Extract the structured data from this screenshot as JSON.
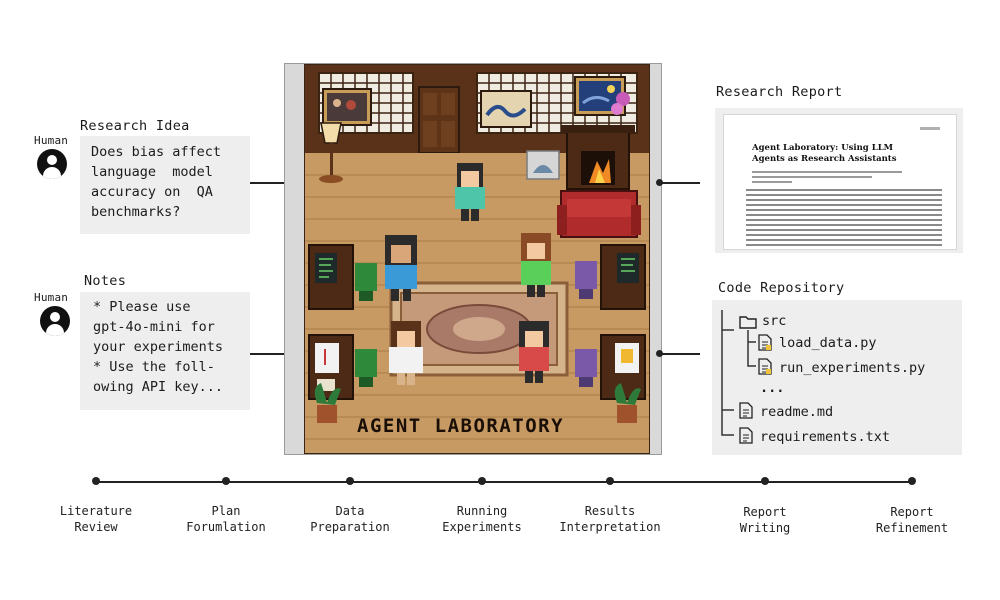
{
  "human_label": "Human",
  "research_idea": {
    "title": "Research Idea",
    "lines": [
      "Does bias affect",
      "language  model",
      "accuracy on  QA",
      "benchmarks?"
    ]
  },
  "notes": {
    "title": "Notes",
    "lines": [
      "* Please use",
      "gpt-4o-mini for",
      "your experiments",
      "* Use the foll-",
      "owing API key..."
    ]
  },
  "lab": {
    "sign": "AGENT LABORATORY"
  },
  "report": {
    "title": "Research Report",
    "paper_title": "Agent Laboratory: Using LLM Agents as Research Assistants"
  },
  "repo": {
    "title": "Code Repository",
    "items": {
      "src": "src",
      "load_data": "load_data.py",
      "run_experiments": "run_experiments.py",
      "ellipsis": "...",
      "readme": "readme.md",
      "requirements": "requirements.txt"
    }
  },
  "stages": [
    {
      "line1": "Literature",
      "line2": "Review"
    },
    {
      "line1": "Plan",
      "line2": "Forumlation"
    },
    {
      "line1": "Data",
      "line2": "Preparation"
    },
    {
      "line1": "Running",
      "line2": "Experiments"
    },
    {
      "line1": "Results",
      "line2": "Interpretation"
    },
    {
      "line1": "Report",
      "line2": "Writing"
    },
    {
      "line1": "Report",
      "line2": "Refinement"
    }
  ],
  "colors": {
    "wall": "#6b3f22",
    "floor": "#c89a63",
    "box_gray": "#eeeeee"
  }
}
